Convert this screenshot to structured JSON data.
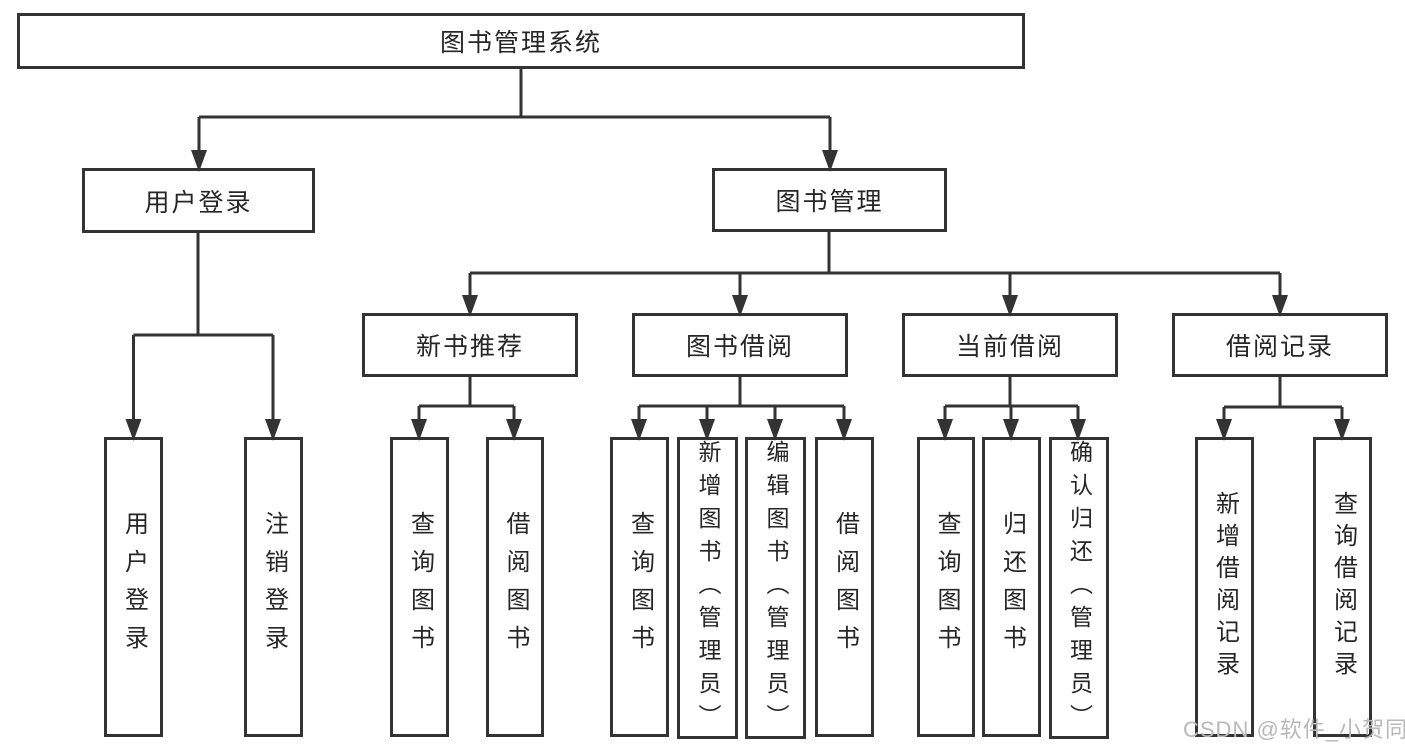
{
  "diagram": {
    "root": {
      "label": "图书管理系统"
    },
    "level2": [
      {
        "label": "用户登录"
      },
      {
        "label": "图书管理"
      }
    ],
    "level3": [
      {
        "label": "新书推荐"
      },
      {
        "label": "图书借阅"
      },
      {
        "label": "当前借阅"
      },
      {
        "label": "借阅记录"
      }
    ],
    "leaves": {
      "user_login": [
        {
          "label": "用户登录"
        },
        {
          "label": "注销登录"
        }
      ],
      "new_books": [
        {
          "label": "查询图书"
        },
        {
          "label": "借阅图书"
        }
      ],
      "book_borrow": [
        {
          "label": "查询图书"
        },
        {
          "label": "新增图书（管理员）"
        },
        {
          "label": "编辑图书（管理员）"
        },
        {
          "label": "借阅图书"
        }
      ],
      "current_borrow": [
        {
          "label": "查询图书"
        },
        {
          "label": "归还图书"
        },
        {
          "label": "确认归还（管理员）"
        }
      ],
      "borrow_records": [
        {
          "label": "新增借阅记录"
        },
        {
          "label": "查询借阅记录"
        }
      ]
    }
  },
  "watermark": {
    "text": "CSDN @软件_小贺同学",
    "color": "#b9b9b9"
  },
  "colors": {
    "line": "#333333",
    "text": "#262626",
    "background": "#ffffff"
  }
}
